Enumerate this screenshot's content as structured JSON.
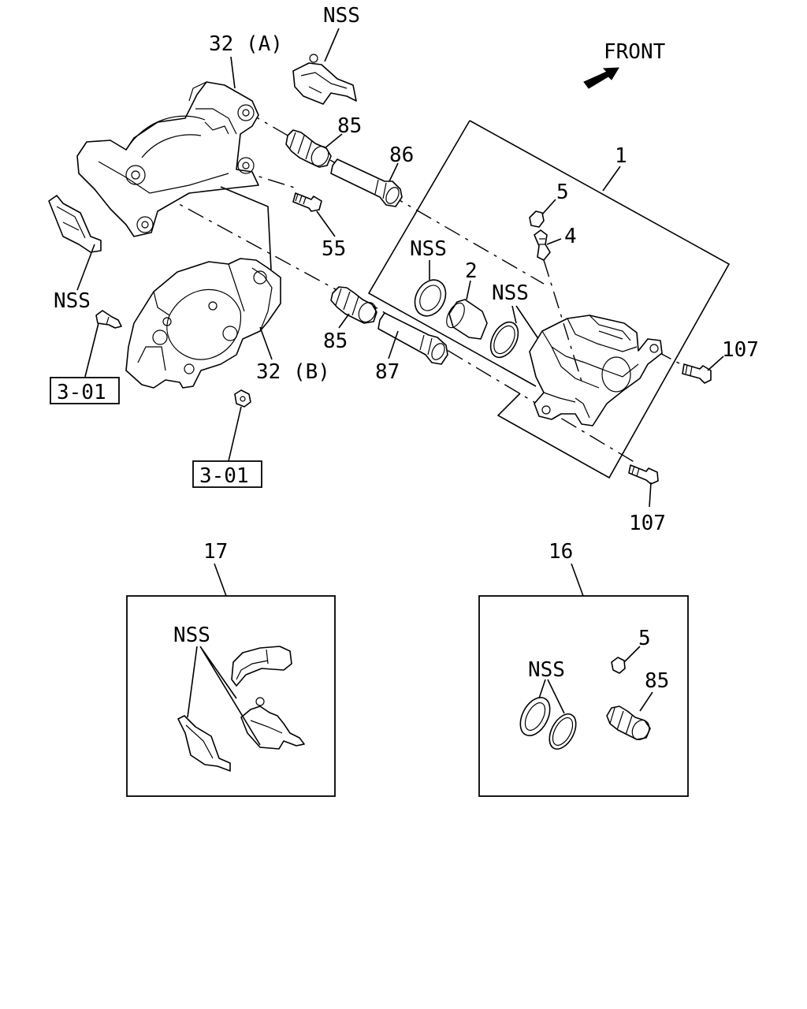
{
  "diagram": {
    "front_label": "FRONT",
    "labels": {
      "nss_top": "NSS",
      "p32a": "32 (A)",
      "p85_top": "85",
      "p86": "86",
      "p1": "1",
      "p5_top": "5",
      "p4": "4",
      "p55": "55",
      "nss_left": "NSS",
      "nss_seal": "NSS",
      "p2": "2",
      "nss_ring": "NSS",
      "p85_mid": "85",
      "p87": "87",
      "p32b": "32 (B)",
      "p107_right": "107",
      "p107_bottom": "107",
      "ref_left": "3-01",
      "ref_bottom": "3-01",
      "p17": "17",
      "p16": "16",
      "nss_kit17": "NSS",
      "nss_kit16": "NSS",
      "p5_kit": "5",
      "p85_kit": "85"
    }
  }
}
